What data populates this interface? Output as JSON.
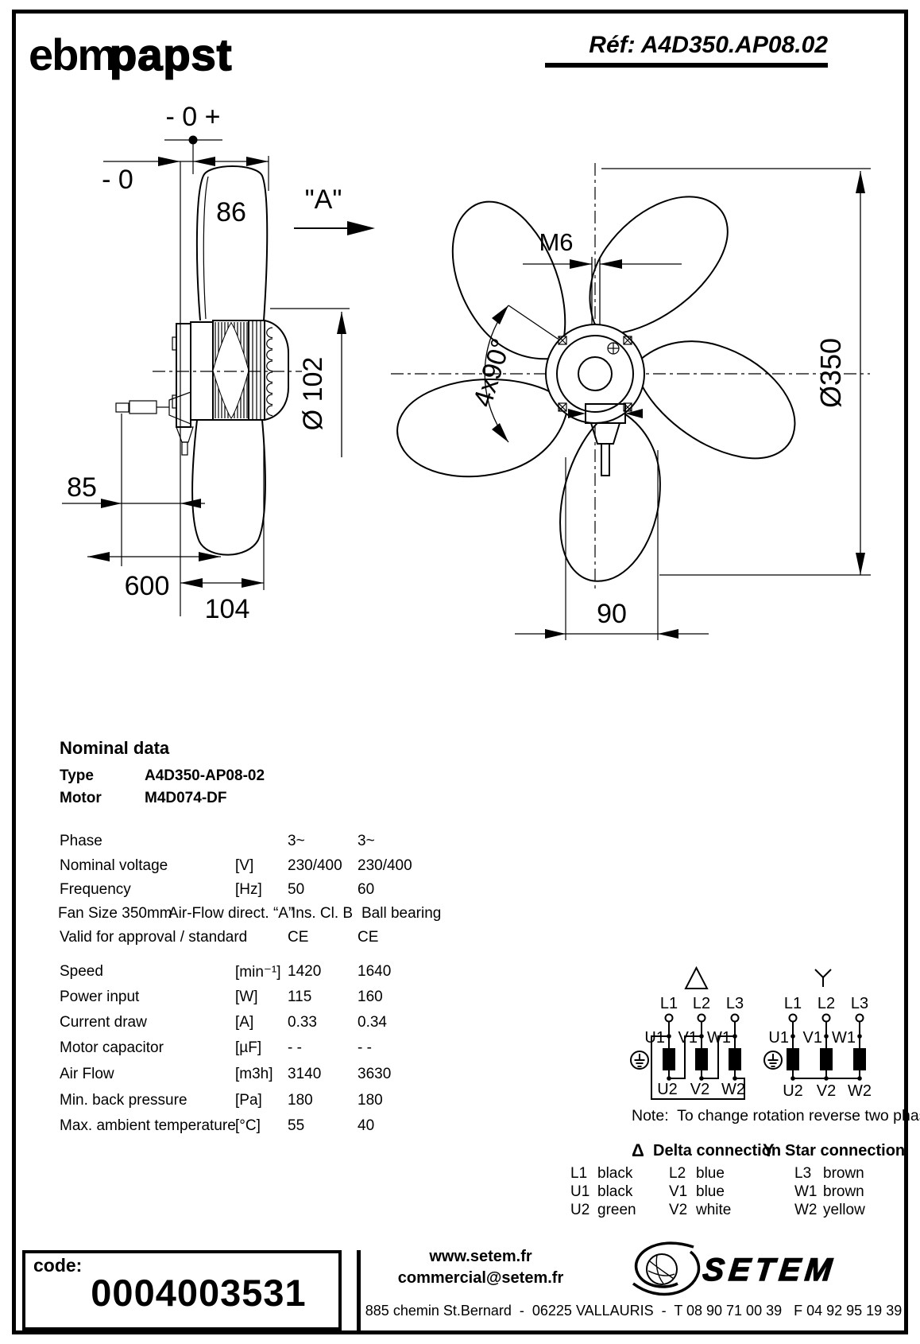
{
  "header": {
    "logo_ebm": "ebm",
    "logo_papst": "papst",
    "ref": "Réf: A4D350.AP08.02"
  },
  "drawing": {
    "side_view": {
      "tol_top": "- 0 +",
      "tol_left": "- 0",
      "dim_depth": "86",
      "view_label": "\"A\"",
      "dim_hub_dia": "Ø 102",
      "dim_85": "85",
      "dim_cable": "600",
      "dim_104": "104"
    },
    "front_view": {
      "dim_thread": "M6",
      "dim_holes": "4x90°",
      "dim_outer_dia": "Ø350",
      "dim_90": "90"
    }
  },
  "nominal": {
    "title": "Nominal data",
    "type_label": "Type",
    "type_value": "A4D350-AP08-02",
    "motor_label": "Motor",
    "motor_value": "M4D074-DF",
    "fan_row": {
      "c1": "Fan Size 350mm",
      "c2": "Air-Flow direct. “A”",
      "c3": "Ins. Cl. B",
      "c4": "Ball bearing"
    },
    "rows": [
      {
        "label": "Phase",
        "unit": "",
        "v1": "3~",
        "v2": "3~"
      },
      {
        "label": "Nominal voltage",
        "unit": "[V]",
        "v1": "230/400",
        "v2": "230/400"
      },
      {
        "label": "Frequency",
        "unit": "[Hz]",
        "v1": "50",
        "v2": "60"
      },
      {
        "label": "Valid for approval / standard",
        "unit": "",
        "v1": "CE",
        "v2": "CE"
      },
      {
        "label": "Speed",
        "unit": "[min⁻¹]",
        "v1": "1420",
        "v2": "1640"
      },
      {
        "label": "Power input",
        "unit": "[W]",
        "v1": "115",
        "v2": "160"
      },
      {
        "label": "Current draw",
        "unit": "[A]",
        "v1": "0.33",
        "v2": "0.34"
      },
      {
        "label": "Motor capacitor",
        "unit": "[µF]",
        "v1": "- -",
        "v2": "- -"
      },
      {
        "label": "Air Flow",
        "unit": "[m3h]",
        "v1": "3140",
        "v2": "3630"
      },
      {
        "label": "Min. back pressure",
        "unit": "[Pa]",
        "v1": "180",
        "v2": "180"
      },
      {
        "label": "Max. ambient temperature",
        "unit": "[°C]",
        "v1": "55",
        "v2": "40"
      }
    ]
  },
  "wiring": {
    "terms": {
      "L1": "L1",
      "L2": "L2",
      "L3": "L3",
      "U1": "U1",
      "V1": "V1",
      "W1": "W1",
      "U2": "U2",
      "V2": "V2",
      "W2": "W2"
    },
    "note": "Note:  To change rotation reverse two phases",
    "delta_symbol": "Δ",
    "delta_label": "Delta connection",
    "star_symbol": "Y",
    "star_label": "Star connection",
    "colors": [
      {
        "t1": "L1",
        "c1": "black",
        "t2": "L2",
        "c2": "blue",
        "t3": "L3",
        "c3": "brown"
      },
      {
        "t1": "U1",
        "c1": "black",
        "t2": "V1",
        "c2": "blue",
        "t3": "W1",
        "c3": "brown"
      },
      {
        "t1": "U2",
        "c1": "green",
        "t2": "V2",
        "c2": "white",
        "t3": "W2",
        "c3": "yellow"
      }
    ]
  },
  "footer": {
    "code_label": "code:",
    "code_value": "0004003531",
    "website": "www.setem.fr",
    "email": "commercial@setem.fr",
    "brand": "SETEM",
    "address": "885 chemin St.Bernard  -  06225 VALLAURIS  -  T 08 90 71 00 39   F 04 92 95 19 39"
  }
}
